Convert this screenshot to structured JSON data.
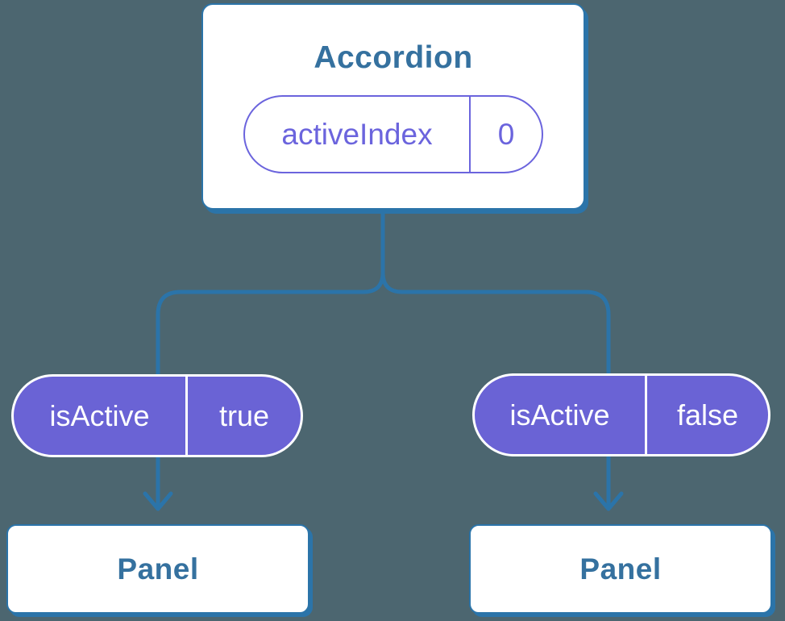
{
  "colors": {
    "blue": "#2b74a9",
    "title": "#35719f",
    "purple": "#6b64dd",
    "purple_fill": "#6a63d5",
    "bg": "#4c6670",
    "white": "#ffffff"
  },
  "tree": {
    "root": {
      "title": "Accordion",
      "state": {
        "name": "activeIndex",
        "value": "0"
      }
    },
    "children": [
      {
        "prop": {
          "name": "isActive",
          "value": "true"
        },
        "label": "Panel"
      },
      {
        "prop": {
          "name": "isActive",
          "value": "false"
        },
        "label": "Panel"
      }
    ]
  }
}
